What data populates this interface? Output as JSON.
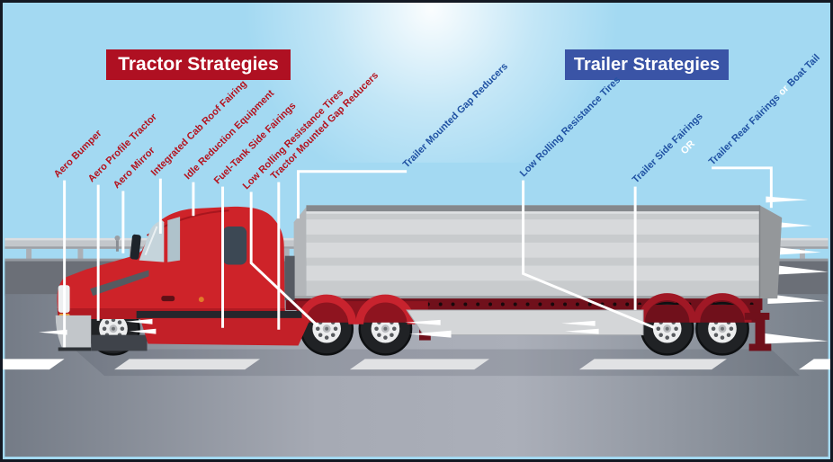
{
  "headers": {
    "tractor": "Tractor Strategies",
    "trailer": "Trailer Strategies"
  },
  "labels": {
    "tractor": [
      "Aero Bumper",
      "Aero Profile Tractor",
      "Aero Mirror",
      "Integrated Cab Roof Fairing",
      "Idle Reduction Equipment",
      "Fuel-Tank Side Fairings",
      "Low Rolling Resistance Tires",
      "Tractor Mounted Gap Reducers"
    ],
    "trailer": [
      "Trailer Mounted Gap Reducers",
      "Low Rolling Resistance Tires",
      "Trailer Side Fairings"
    ],
    "or_standalone": "OR",
    "trailer_rear": {
      "prefix": "Trailer Rear Fairings ",
      "or": "or",
      "suffix": " Boat Tail"
    }
  },
  "colors": {
    "tractor_accent": "#AF1022",
    "trailer_accent": "#3A54A6",
    "tractor_label_text": "#B4121D",
    "trailer_label_text": "#2052A3",
    "sky": "#A3D9F2",
    "truck_red": "#CE2329",
    "trailer_gray": "#C8CBCD",
    "leader_line": "#FFFFFF"
  }
}
